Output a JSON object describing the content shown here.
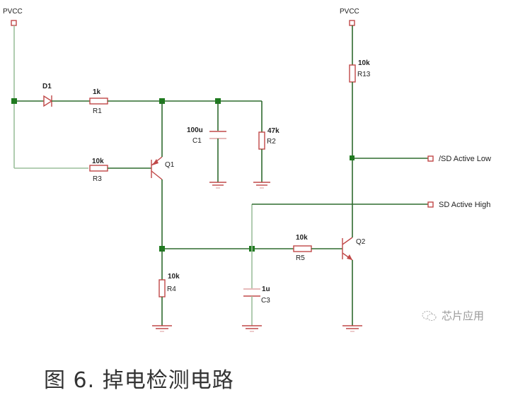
{
  "figure": {
    "caption": "图 6. 掉电检测电路",
    "watermark": "芯片应用",
    "watermark_icon": "wechat-icon"
  },
  "power": {
    "left": "PVCC",
    "right": "PVCC"
  },
  "components": {
    "D1": {
      "ref": "D1"
    },
    "R1": {
      "ref": "R1",
      "value": "1k"
    },
    "R2": {
      "ref": "R2",
      "value": "47k"
    },
    "R3": {
      "ref": "R3",
      "value": "10k"
    },
    "R4": {
      "ref": "R4",
      "value": "10k"
    },
    "R5": {
      "ref": "R5",
      "value": "10k"
    },
    "R13": {
      "ref": "R13",
      "value": "10k"
    },
    "C1": {
      "ref": "C1",
      "value": "100u"
    },
    "C3": {
      "ref": "C3",
      "value": "1u"
    },
    "Q1": {
      "ref": "Q1"
    },
    "Q2": {
      "ref": "Q2"
    }
  },
  "ports": {
    "sd_low": "/SD Active Low",
    "sd_high": "SD Active High"
  },
  "colors": {
    "wire": "#2e6b2e",
    "component": "#c04848",
    "node": "#1f7a1f"
  }
}
